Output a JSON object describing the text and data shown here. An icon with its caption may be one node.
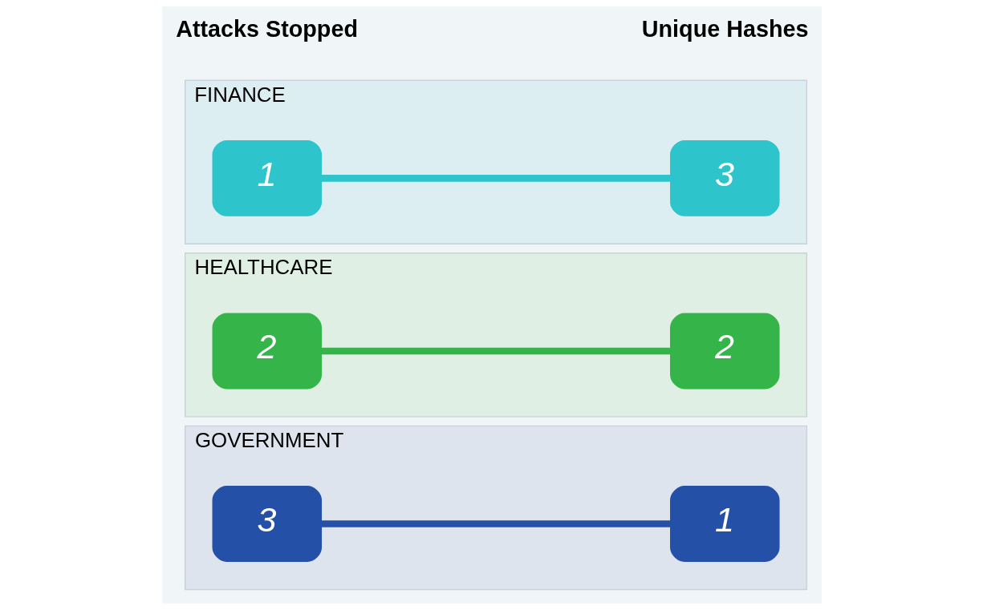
{
  "diagram": {
    "nodes": [
      {
        "text": [
          "FINANCE"
        ]
      },
      {
        "text": [
          "1"
        ],
        "in": 0
      },
      {
        "text": [
          "3"
        ],
        "in": 0
      },
      {
        "text": [
          "HEALTHCARE"
        ]
      },
      {
        "text": [
          "2"
        ],
        "in": 3
      },
      {
        "text": [
          "2"
        ],
        "in": 3
      },
      {
        "text": [
          "GOVERNMENT"
        ]
      },
      {
        "text": [
          "3"
        ],
        "in": 6
      },
      {
        "text": [
          "1"
        ],
        "in": 6
      }
    ],
    "edges": [
      {
        "from": 1,
        "to": 2,
        "arrow": "none",
        "color": "#2ec4cc"
      },
      {
        "from": 4,
        "to": 5,
        "arrow": "none",
        "color": "#35b449"
      },
      {
        "from": 7,
        "to": 8,
        "arrow": "none",
        "color": "#2550a8"
      }
    ],
    "labels": [
      "Attacks Stopped",
      "Unique Hashes"
    ]
  }
}
